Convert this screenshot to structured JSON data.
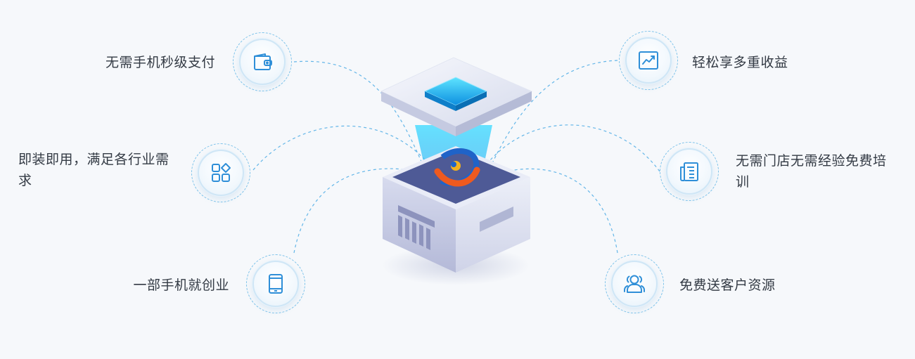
{
  "features": {
    "left": [
      {
        "label": "无需手机秒级支付",
        "icon": "wallet-icon"
      },
      {
        "label": "即装即用，满足各行业需求",
        "icon": "apps-grid-icon"
      },
      {
        "label": "一部手机就创业",
        "icon": "tablet-icon"
      }
    ],
    "right": [
      {
        "label": "轻松享多重收益",
        "icon": "trend-chart-icon"
      },
      {
        "label": "无需门店无需经验免费培训",
        "icon": "document-icon"
      },
      {
        "label": "免费送客户资源",
        "icon": "users-icon"
      }
    ]
  },
  "colors": {
    "accent": "#2f8fd8",
    "dashed_line": "#64b6e8",
    "background": "#f6f8fb",
    "text": "#333a44",
    "logo_blue": "#1f63c8",
    "logo_orange": "#ee5a1f"
  }
}
